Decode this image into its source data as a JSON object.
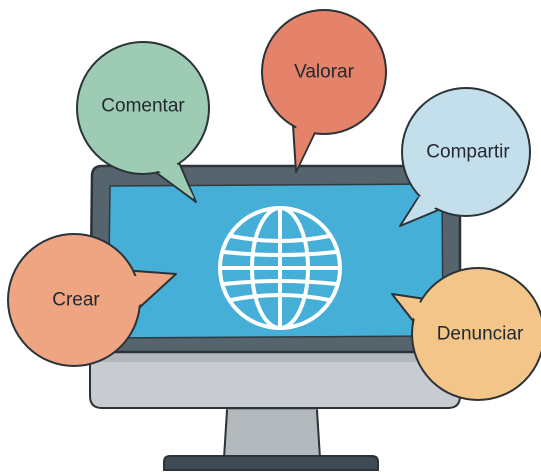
{
  "illustration": {
    "subject": "monitor-with-globe",
    "icons": {
      "screen": "globe-icon"
    },
    "colors": {
      "monitor_frame": "#56646e",
      "screen": "#45afd8",
      "globe_lines": "#ffffff",
      "stand": "#b4b9bd",
      "stand_dark": "#8d9398",
      "base": "#3f4b54",
      "text": "#222a30"
    },
    "bubbles": [
      {
        "label": "Comentar",
        "color": "#9ecbb4"
      },
      {
        "label": "Valorar",
        "color": "#e4826a"
      },
      {
        "label": "Compartir",
        "color": "#c4dfec"
      },
      {
        "label": "Crear",
        "color": "#f0a582"
      },
      {
        "label": "Denunciar",
        "color": "#f3c589"
      }
    ]
  }
}
